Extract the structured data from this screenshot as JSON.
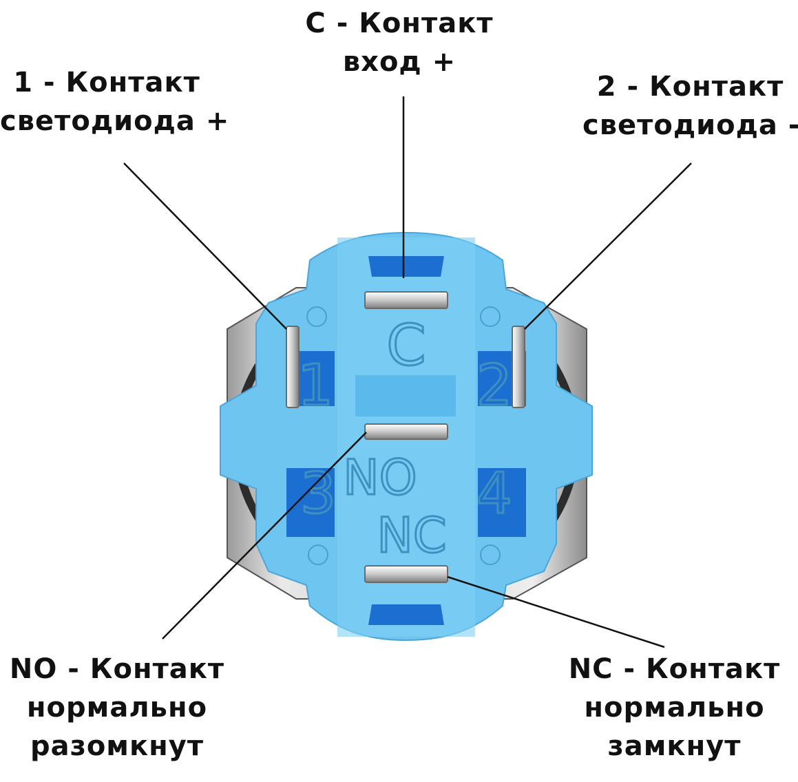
{
  "labels": {
    "c": {
      "line1": "C - Контакт",
      "line2": "вход +"
    },
    "one": {
      "line1": "1 - Контакт",
      "line2": "светодиода +"
    },
    "two": {
      "line1": "2 - Контакт",
      "line2": "светодиода -"
    },
    "no": {
      "line1": "NO - Контакт",
      "line2": "нормально",
      "line3": "разомкнут"
    },
    "nc": {
      "line1": "NC - Контакт",
      "line2": "нормально",
      "line3": "замкнут"
    }
  },
  "markings": {
    "c": "C",
    "one": "1",
    "two": "2",
    "three": "3",
    "four": "4",
    "no": "NO",
    "nc": "NC"
  },
  "colors": {
    "connector_body": "#6ec6f0",
    "connector_shade": "#1a6fd1",
    "housing_metal": "#b9b9b9",
    "leader_line": "#111111"
  }
}
